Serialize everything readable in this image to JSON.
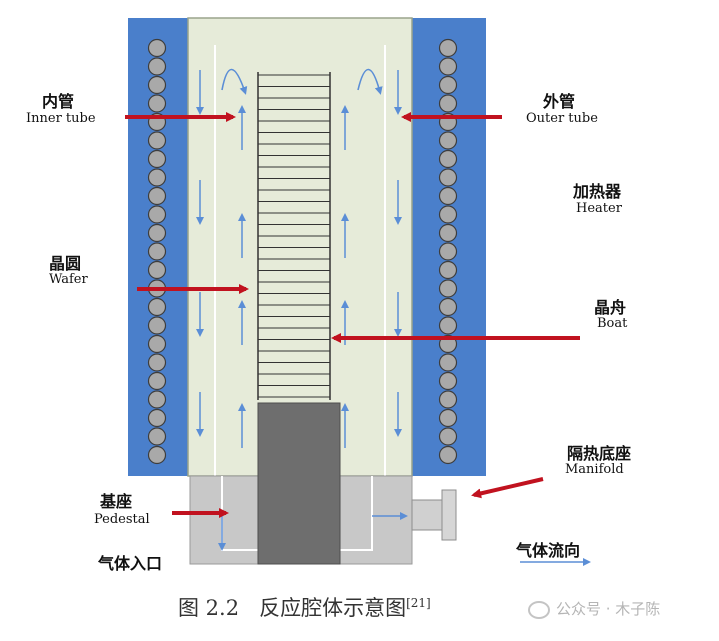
{
  "labels": {
    "inner_tube": {
      "cn": "内管",
      "en": "Inner tube"
    },
    "outer_tube": {
      "cn": "外管",
      "en": "Outer tube"
    },
    "heater": {
      "cn": "加热器",
      "en": "Heater"
    },
    "wafer": {
      "cn": "晶圆",
      "en": "Wafer"
    },
    "boat": {
      "cn": "晶舟",
      "en": "Boat"
    },
    "manifold": {
      "cn": "隔热底座",
      "en": "Manifold"
    },
    "pedestal": {
      "cn": "基座",
      "en": "Pedestal"
    },
    "gas_inlet": "气体入口",
    "gas_flow": "气体流向"
  },
  "caption": {
    "number": "图 2.2",
    "title": "反应腔体示意图",
    "ref": "[21]"
  },
  "watermark": "公众号 · 木子陈",
  "colors": {
    "heater_blue": "#4a7fcb",
    "tube_fill": "#e6ebd9",
    "pedestal_grey": "#6e6e6e",
    "manifold_grey": "#c8c8c8",
    "label_arrow_red": "#c1121f",
    "flow_arrow_blue": "#5b8ed6"
  }
}
